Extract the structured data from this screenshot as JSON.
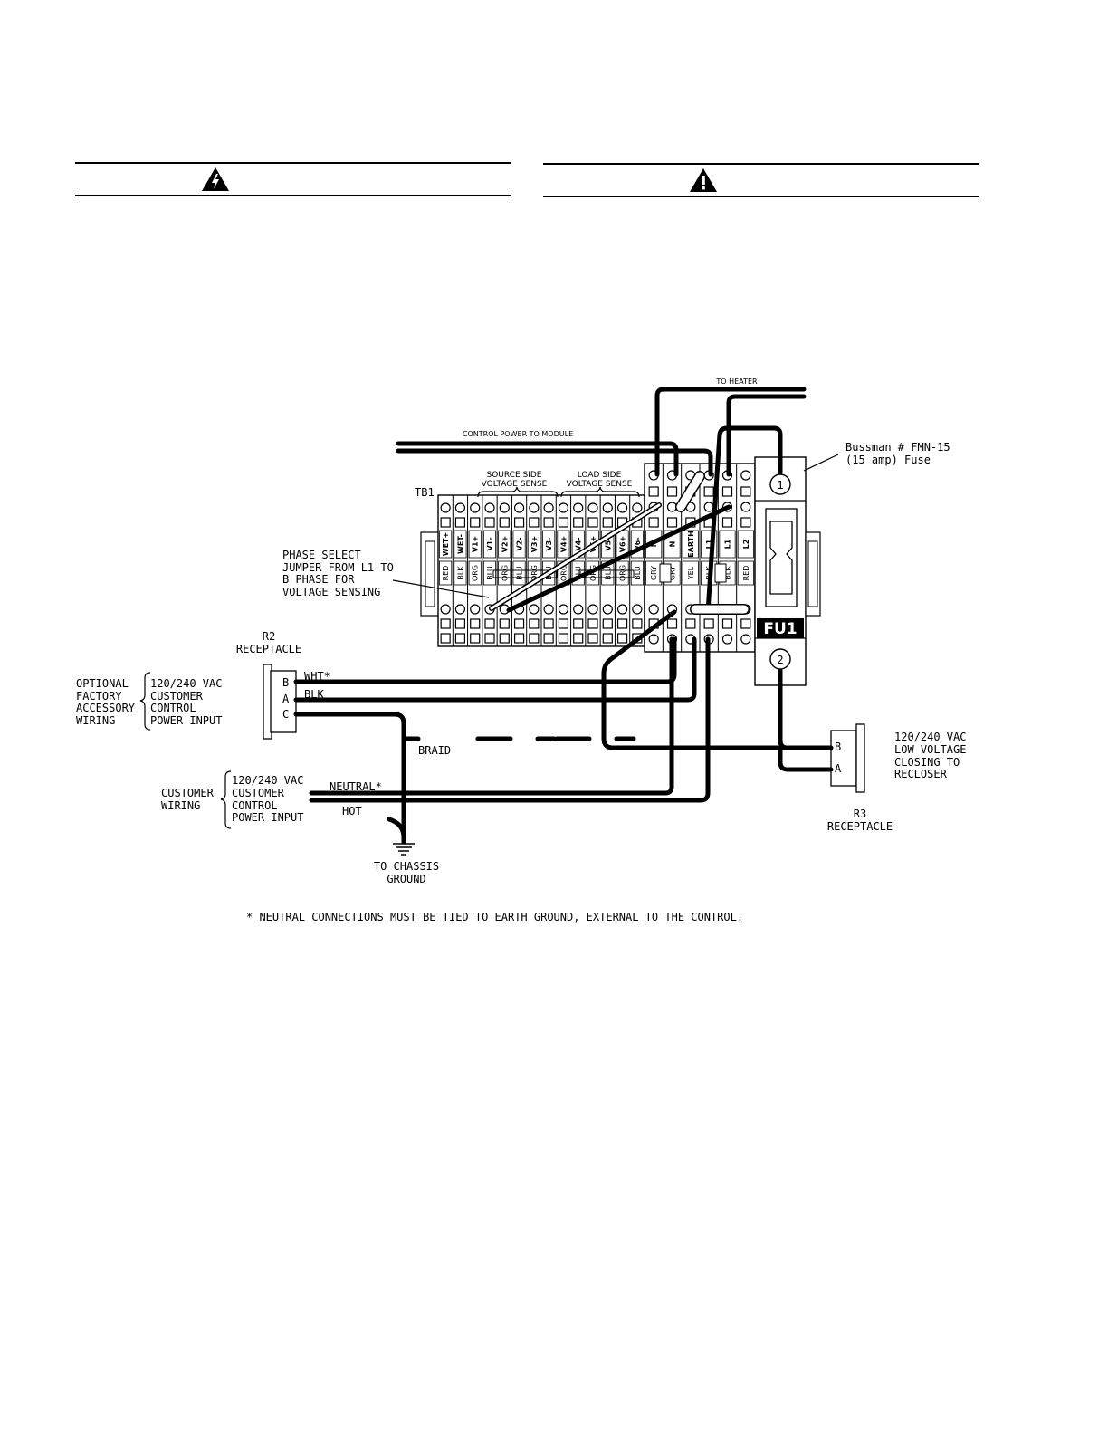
{
  "warnings": {
    "left_icon": "electrical-hazard-icon",
    "right_icon": "caution-triangle-icon"
  },
  "diagram": {
    "to_heater": "TO HEATER",
    "control_power": "CONTROL POWER TO MODULE",
    "tb1": "TB1",
    "source_side_1": "SOURCE SIDE",
    "source_side_2": "VOLTAGE SENSE",
    "load_side_1": "LOAD SIDE",
    "load_side_2": "VOLTAGE SENSE",
    "fuse_note_1": "Bussman # FMN-15",
    "fuse_note_2": "(15 amp) Fuse",
    "fu1": "FU1",
    "fuse_term_1": "1",
    "fuse_term_2": "2",
    "phase_1": "PHASE SELECT",
    "phase_2": "JUMPER FROM L1 TO",
    "phase_3": "B PHASE FOR",
    "phase_4": "VOLTAGE SENSING",
    "r2_1": "R2",
    "r2_2": "RECEPTACLE",
    "opt_1": "OPTIONAL",
    "opt_2": "FACTORY",
    "opt_3": "ACCESSORY",
    "opt_4": "WIRING",
    "r2in_1": "120/240 VAC",
    "r2in_2": "CUSTOMER",
    "r2in_3": "CONTROL",
    "r2in_4": "POWER INPUT",
    "pin_b": "B",
    "pin_a": "A",
    "pin_c": "C",
    "wht": "WHT*",
    "blk": "BLK",
    "braid": "BRAID",
    "cust_1": "CUSTOMER",
    "cust_2": "WIRING",
    "cin_1": "120/240 VAC",
    "cin_2": "CUSTOMER",
    "cin_3": "CONTROL",
    "cin_4": "POWER INPUT",
    "neutral": "NEUTRAL*",
    "hot": "HOT",
    "gnd_1": "TO CHASSIS",
    "gnd_2": "GROUND",
    "r3_1": "120/240 VAC",
    "r3_2": "LOW VOLTAGE",
    "r3_3": "CLOSING TO",
    "r3_4": "RECLOSER",
    "r3_pin_b": "B",
    "r3_pin_a": "A",
    "r3_label_1": "R3",
    "r3_label_2": "RECEPTACLE",
    "footnote": "* NEUTRAL CONNECTIONS MUST BE TIED TO EARTH GROUND, EXTERNAL TO THE CONTROL."
  },
  "terminals": {
    "left_labels": [
      "WET+",
      "WET-",
      "V1+",
      "V1-",
      "V2+",
      "V2-",
      "V3+",
      "V3-",
      "V4+",
      "V4-",
      "V5+",
      "V5-",
      "V6+",
      "V6-"
    ],
    "left_colors": [
      "RED",
      "BLK",
      "ORG",
      "BLU",
      "ORG",
      "BLU",
      "ORG",
      "BLU",
      "ORG",
      "BLU",
      "ORG",
      "BLU",
      "ORG",
      "BLU"
    ],
    "right_labels": [
      "N",
      "N",
      "EARTH",
      "L1",
      "L1",
      "L2"
    ],
    "right_colors": [
      "GRY",
      "GRY",
      "YEL",
      "BLK",
      "BLK",
      "RED"
    ]
  }
}
